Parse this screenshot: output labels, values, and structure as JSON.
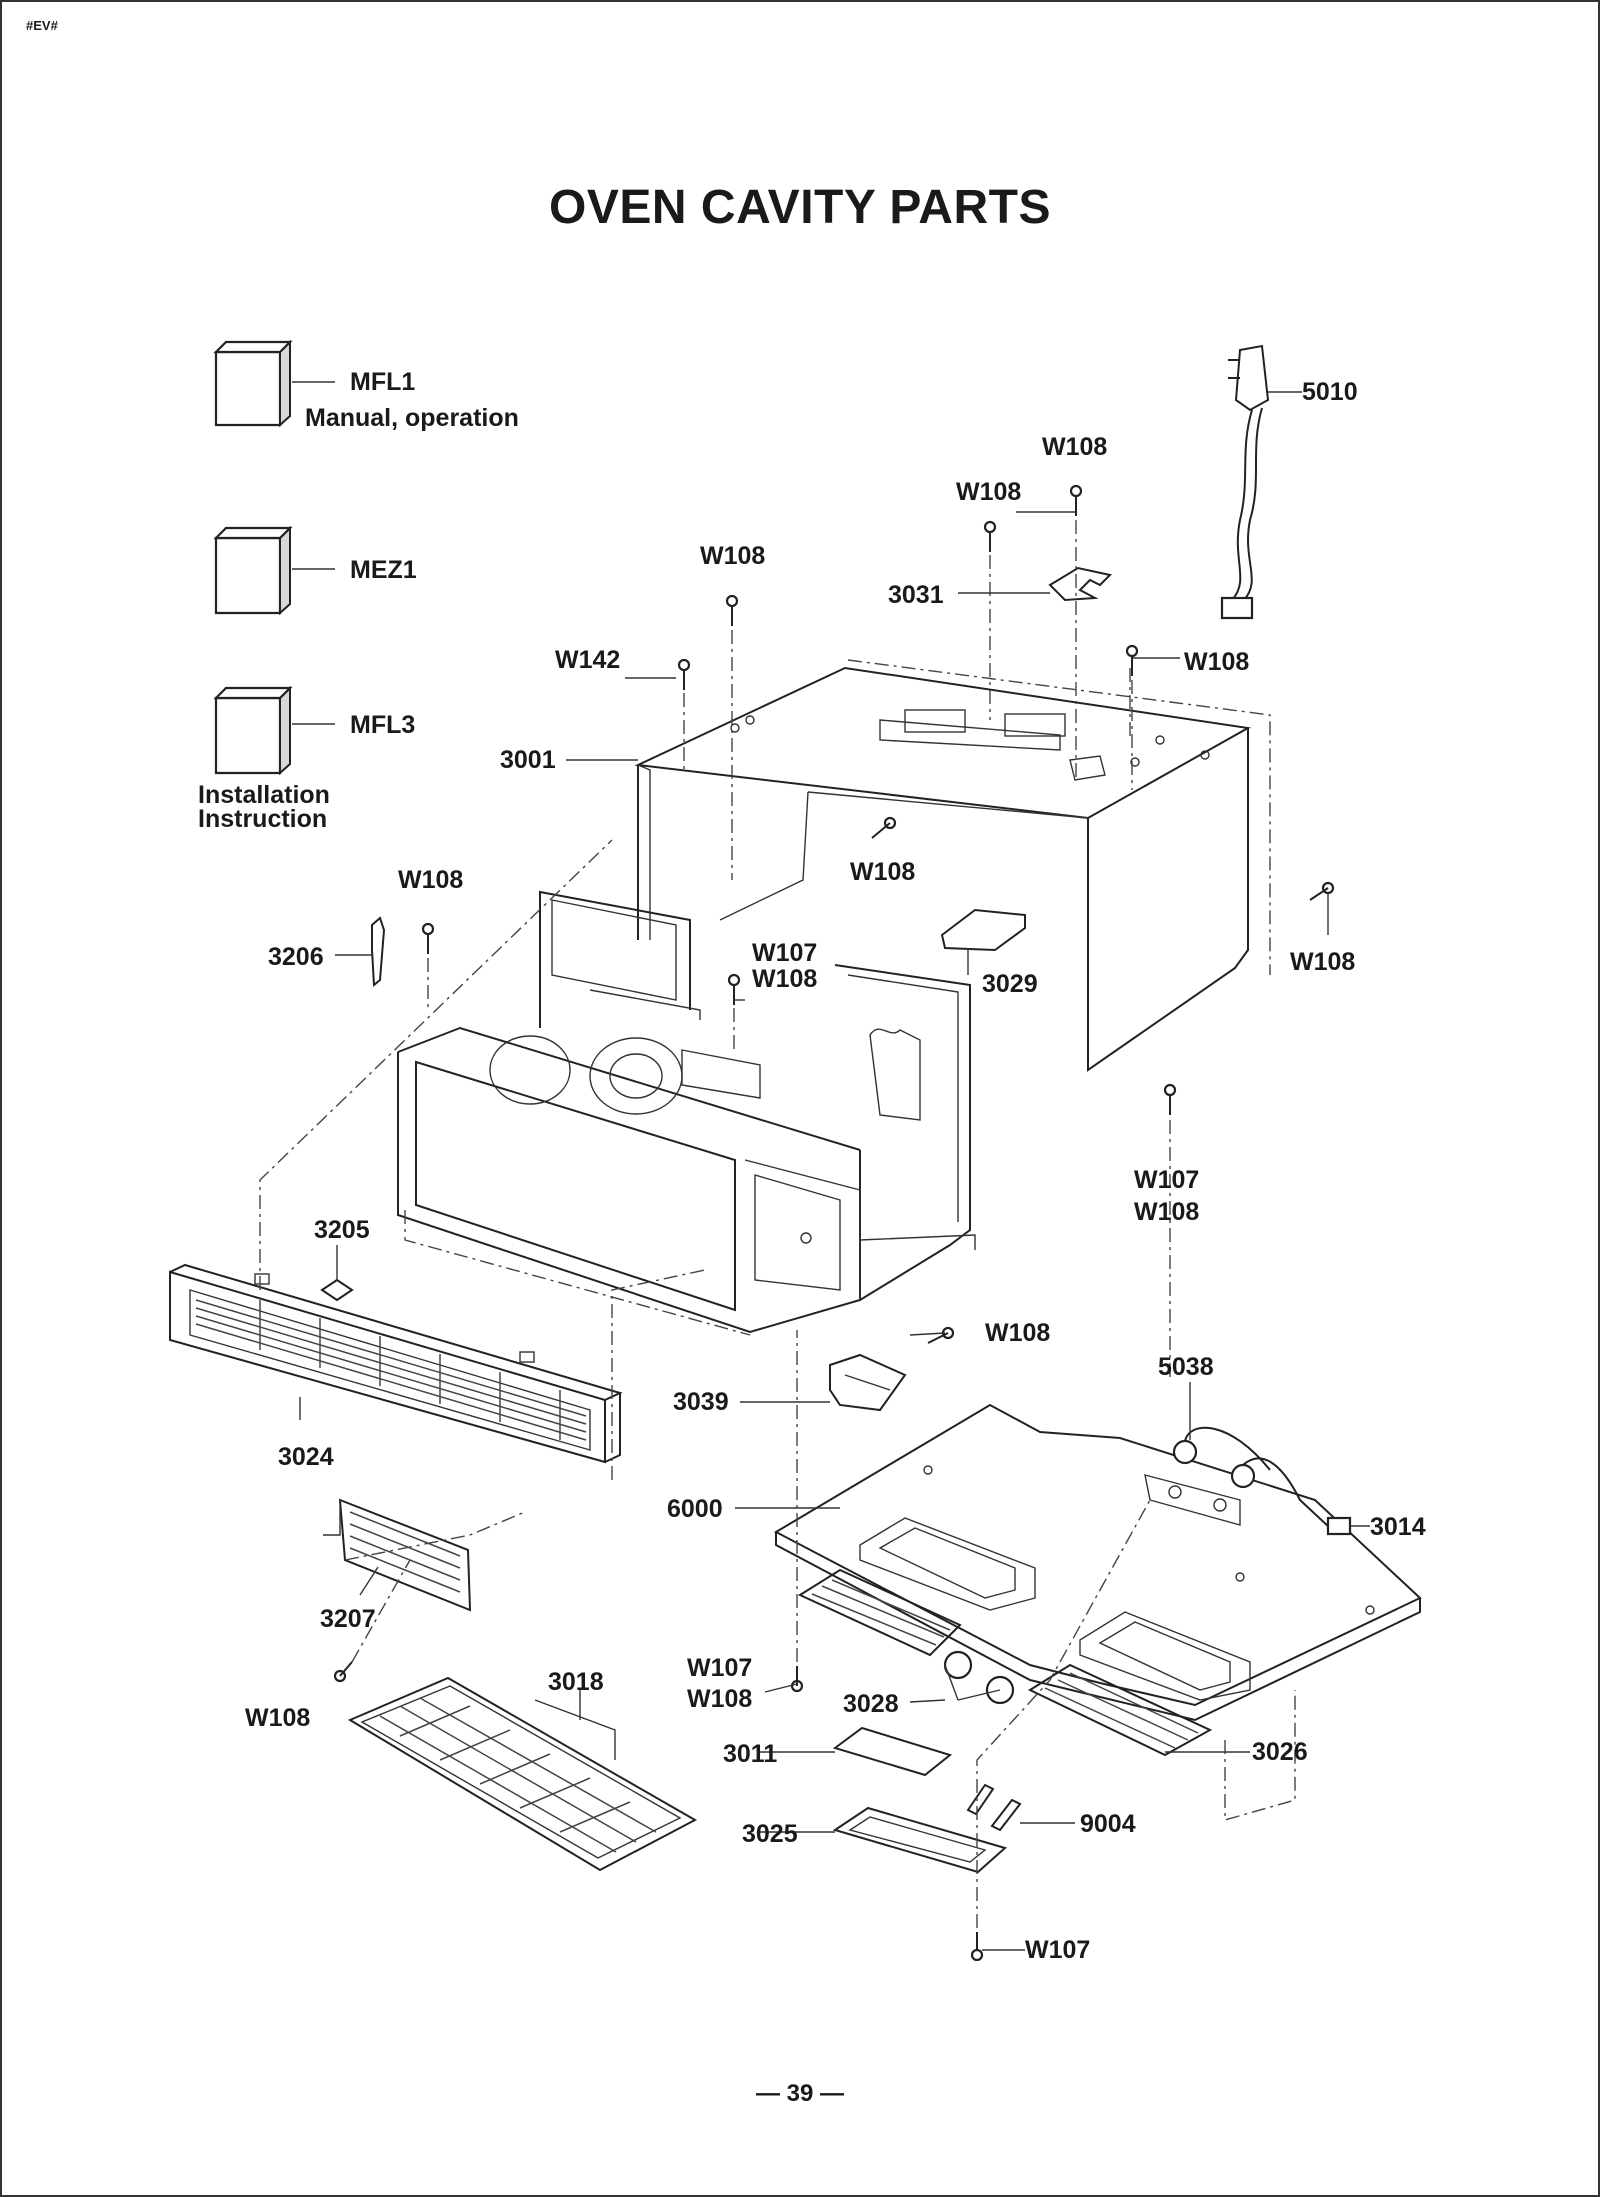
{
  "header": {
    "tag": "#EV#",
    "title": "OVEN CAVITY PARTS",
    "page_number": "— 39 —"
  },
  "documents": [
    {
      "code": "MFL1",
      "desc": "Manual, operation"
    },
    {
      "code": "MEZ1",
      "desc": ""
    },
    {
      "code": "MFL3",
      "desc_line1": "Installation",
      "desc_line2": "Instruction"
    }
  ],
  "callouts": {
    "c5010": "5010",
    "c3031": "3031",
    "c3001": "3001",
    "c3206": "3206",
    "c3029": "3029",
    "c3205": "3205",
    "c3024": "3024",
    "c3039": "3039",
    "c5038": "5038",
    "c6000": "6000",
    "c3014": "3014",
    "c3207": "3207",
    "c3018": "3018",
    "c3028": "3028",
    "c3011": "3011",
    "c3026": "3026",
    "c3025": "3025",
    "c9004": "9004",
    "w108_top": "W108",
    "w108_top2": "W108",
    "w108_mid": "W108",
    "w142": "W142",
    "w108_right": "W108",
    "w108_cab": "W108",
    "w108_3206": "W108",
    "w107_a": "W107",
    "w108_a": "W108",
    "w108_side": "W108",
    "w107_b": "W107",
    "w108_b": "W108",
    "w108_3039": "W108",
    "w108_3207": "W108",
    "w107_c": "W107",
    "w108_c": "W108",
    "w107_bottom": "W107"
  }
}
